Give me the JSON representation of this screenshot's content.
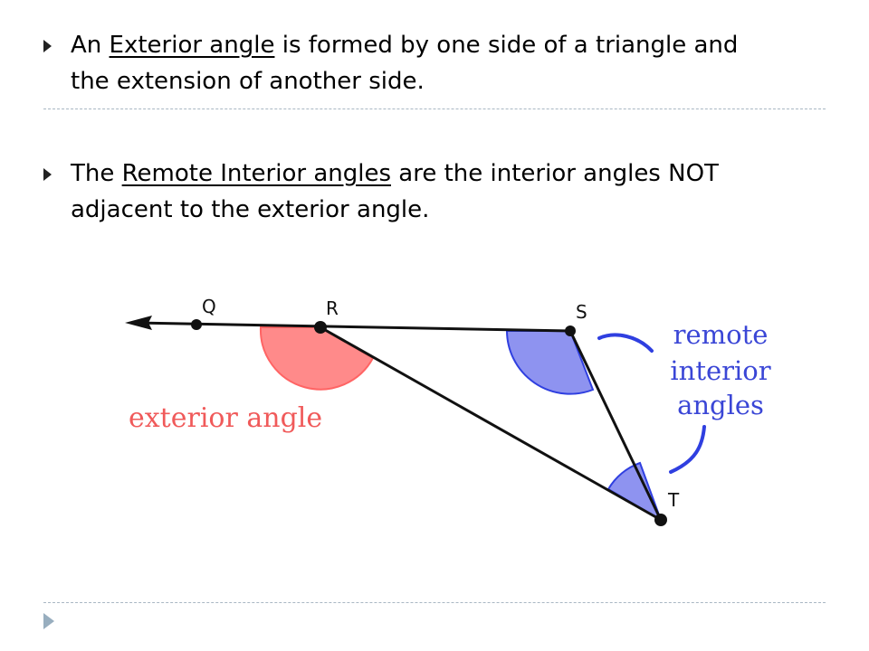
{
  "bullets": [
    {
      "prefix": "An ",
      "term": "Exterior angle",
      "line1_rest": " is formed by one side of a triangle and",
      "line2": "the extension of another side."
    },
    {
      "prefix": "The ",
      "term": "Remote Interior angles",
      "line1_rest": " are the interior angles NOT",
      "line2": "adjacent to the exterior angle."
    }
  ],
  "diagram": {
    "points": {
      "q": "Q",
      "r": "R",
      "s": "S",
      "t": "T"
    },
    "exterior_label": "exterior angle",
    "remote_label": [
      "remote",
      "interior",
      "angles"
    ],
    "colors": {
      "exterior_fill": "#ff8a8a",
      "exterior_stroke": "#ff6464",
      "exterior_text": "#f05a5a",
      "remote_fill": "#8e93f0",
      "remote_stroke": "#2f3fe0",
      "remote_text": "#3a46d6",
      "line": "#111111"
    }
  }
}
